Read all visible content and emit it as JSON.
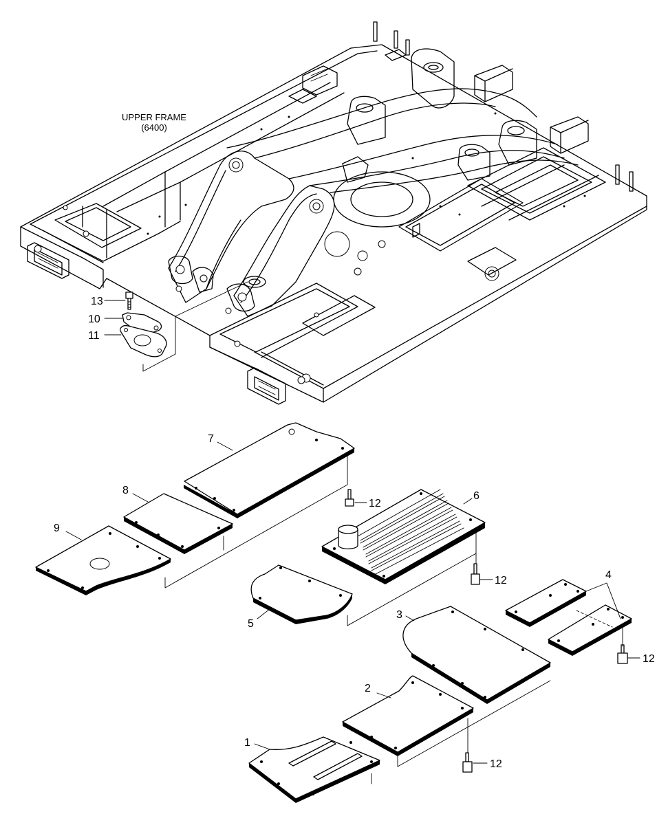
{
  "diagram": {
    "title": "UPPER FRAME",
    "subtitle": "(6400)",
    "callouts": [
      {
        "id": "1",
        "text": "1"
      },
      {
        "id": "2",
        "text": "2"
      },
      {
        "id": "3",
        "text": "3"
      },
      {
        "id": "4",
        "text": "4"
      },
      {
        "id": "5",
        "text": "5"
      },
      {
        "id": "6",
        "text": "6"
      },
      {
        "id": "7",
        "text": "7"
      },
      {
        "id": "8",
        "text": "8"
      },
      {
        "id": "9",
        "text": "9"
      },
      {
        "id": "10",
        "text": "10"
      },
      {
        "id": "11",
        "text": "11"
      },
      {
        "id": "12a",
        "text": "12"
      },
      {
        "id": "12b",
        "text": "12"
      },
      {
        "id": "12c",
        "text": "12"
      },
      {
        "id": "12d",
        "text": "12"
      },
      {
        "id": "13",
        "text": "13"
      }
    ]
  }
}
